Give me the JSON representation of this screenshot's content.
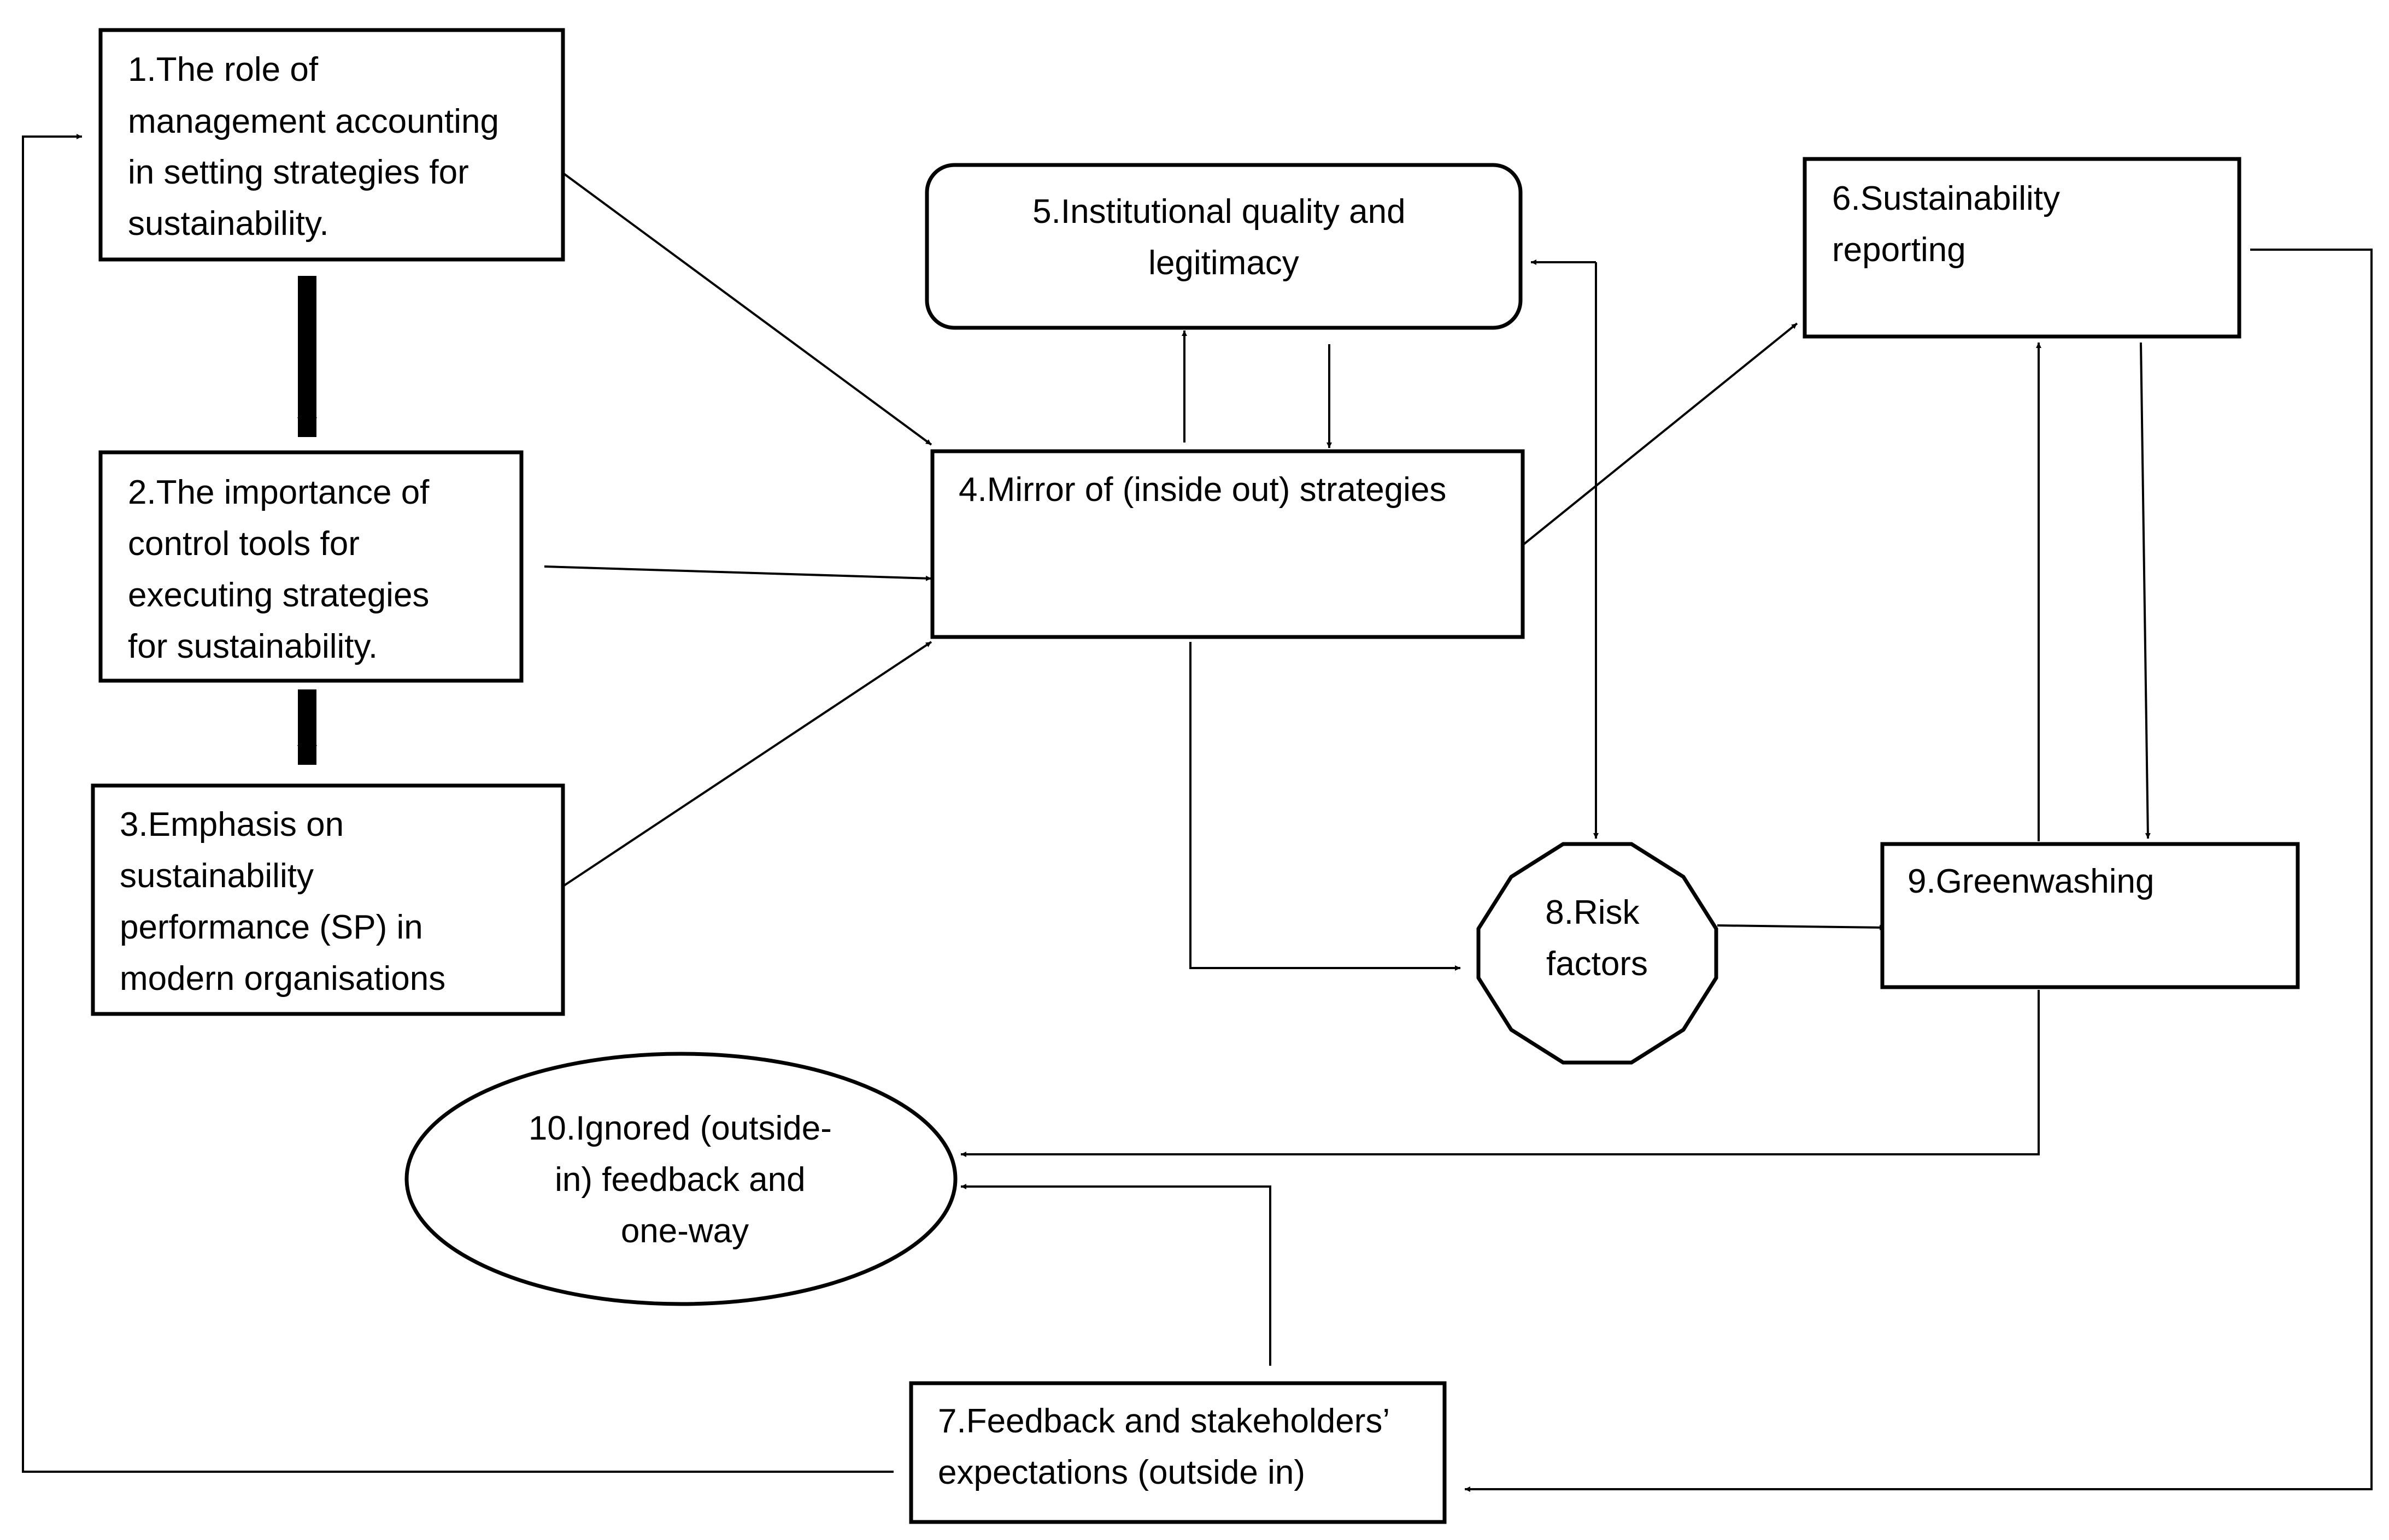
{
  "nodes": {
    "n1": {
      "lines": [
        "1.The role of",
        "management accounting",
        "in setting strategies for",
        "sustainability."
      ]
    },
    "n2": {
      "lines": [
        "2.The importance of",
        "control tools for",
        "executing strategies",
        "for sustainability."
      ]
    },
    "n3": {
      "lines": [
        "3.Emphasis on",
        "sustainability",
        "performance (SP) in",
        "modern organisations"
      ]
    },
    "n4": {
      "lines": [
        "4.Mirror of (inside out) strategies"
      ]
    },
    "n5": {
      "lines": [
        "5.Institutional quality and",
        "legitimacy"
      ]
    },
    "n6": {
      "lines": [
        "6.Sustainability",
        "reporting"
      ]
    },
    "n7": {
      "lines": [
        "7.Feedback and stakeholders’",
        "expectations (outside in)"
      ]
    },
    "n8": {
      "lines": [
        "8.Risk",
        "factors"
      ]
    },
    "n9": {
      "lines": [
        "9.Greenwashing"
      ]
    },
    "n10": {
      "lines": [
        "10.Ignored (outside-",
        "in) feedback and",
        "one-way"
      ]
    }
  },
  "colors": {
    "stroke": "#000000",
    "fill": "#ffffff"
  }
}
